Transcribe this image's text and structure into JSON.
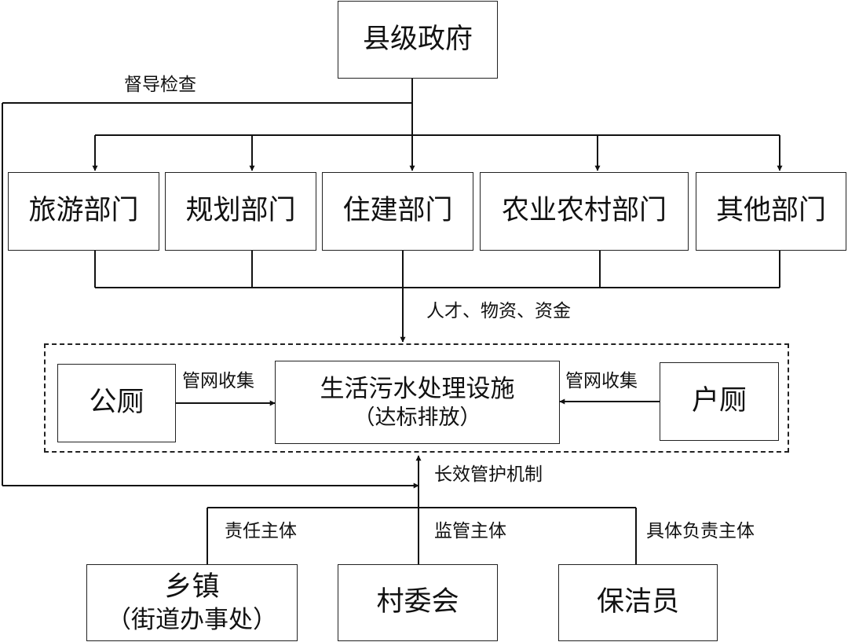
{
  "top": {
    "label": "县级政府"
  },
  "departments": [
    {
      "id": "tourism",
      "label": "旅游部门"
    },
    {
      "id": "planning",
      "label": "规划部门"
    },
    {
      "id": "housing",
      "label": "住建部门"
    },
    {
      "id": "agriculture",
      "label": "农业农村部门"
    },
    {
      "id": "other",
      "label": "其他部门"
    }
  ],
  "facility": {
    "title": "生活污水处理设施",
    "subtitle": "（达标排放）"
  },
  "public_toilet": {
    "label": "公厕"
  },
  "household_toilet": {
    "label": "户厕"
  },
  "towns": {
    "line1": "乡镇",
    "line2": "（街道办事处）"
  },
  "village_committee": {
    "label": "村委会"
  },
  "cleaner": {
    "label": "保洁员"
  },
  "edge_labels": {
    "supervision": "督导检查",
    "resources": "人才、物资、资金",
    "pipe_left": "管网收集",
    "pipe_right": "管网收集",
    "long_term": "长效管护机制",
    "responsible": "责任主体",
    "regulatory": "监管主体",
    "specific": "具体负责主体"
  }
}
